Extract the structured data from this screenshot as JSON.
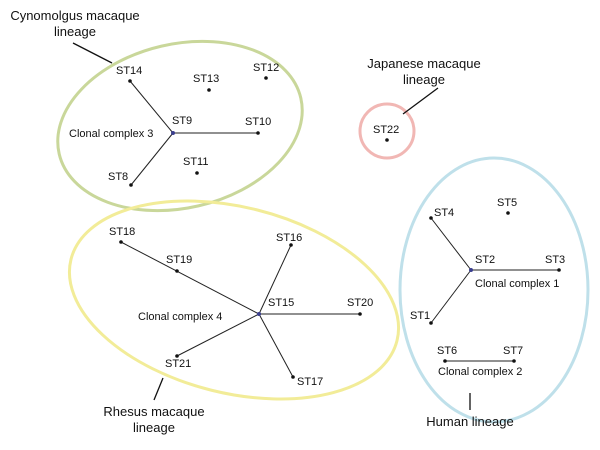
{
  "lineages": {
    "cynomolgus": {
      "line1": "Cynomolgus macaque",
      "line2": "lineage",
      "color": "#c9d79a"
    },
    "japanese": {
      "line1": "Japanese macaque",
      "line2": "lineage",
      "color": "#f1b7b4"
    },
    "rhesus": {
      "line1": "Rhesus macaque",
      "line2": "lineage",
      "color": "#f2ec98"
    },
    "human": {
      "line1": "Human lineage",
      "color": "#bfe0ea"
    }
  },
  "clonal_complexes": {
    "cc1": "Clonal complex 1",
    "cc2": "Clonal complex 2",
    "cc3": "Clonal complex 3",
    "cc4": "Clonal complex 4"
  },
  "sequence_types": {
    "ST1": "ST1",
    "ST2": "ST2",
    "ST3": "ST3",
    "ST4": "ST4",
    "ST5": "ST5",
    "ST6": "ST6",
    "ST7": "ST7",
    "ST8": "ST8",
    "ST9": "ST9",
    "ST10": "ST10",
    "ST11": "ST11",
    "ST12": "ST12",
    "ST13": "ST13",
    "ST14": "ST14",
    "ST15": "ST15",
    "ST16": "ST16",
    "ST17": "ST17",
    "ST18": "ST18",
    "ST19": "ST19",
    "ST20": "ST20",
    "ST21": "ST21",
    "ST22": "ST22"
  }
}
